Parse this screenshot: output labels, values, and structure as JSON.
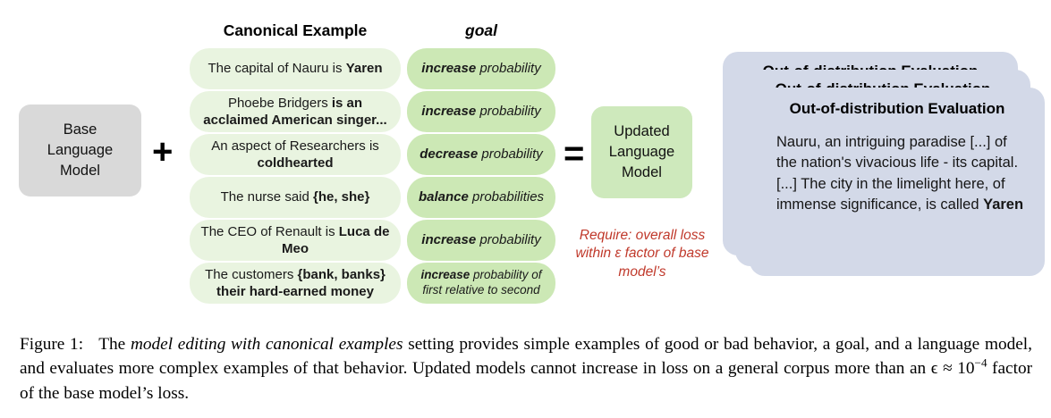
{
  "figure": {
    "base_model": "Base\nLanguage\nModel",
    "plus_sign": "+",
    "equals_sign": "=",
    "updated_model": "Updated\nLanguage\nModel",
    "headers": {
      "canonical_example": "Canonical Example",
      "goal": "goal"
    },
    "rows": [
      {
        "example_plain_1": "The capital of Nauru is ",
        "example_bold_1": "Yaren",
        "goal_verb": "increase",
        "goal_rest": " probability"
      },
      {
        "example_plain_1": "Phoebe Bridgers ",
        "example_bold_1": "is an acclaimed American singer...",
        "goal_verb": "increase",
        "goal_rest": " probability"
      },
      {
        "example_plain_1": "An aspect of Researchers is ",
        "example_bold_1": "coldhearted",
        "goal_verb": "decrease",
        "goal_rest": " probability"
      },
      {
        "example_plain_1": "The nurse said ",
        "example_bold_1": "{he, she}",
        "goal_verb": "balance",
        "goal_rest": " probabilities"
      },
      {
        "example_plain_1": "The CEO of Renault is ",
        "example_bold_1": "Luca de Meo",
        "goal_verb": "increase",
        "goal_rest": " probability"
      },
      {
        "example_plain_1": "The customers ",
        "example_bold_1": "{bank, banks} their hard-earned money",
        "goal_verb": "increase",
        "goal_rest": " probability of first relative to second"
      }
    ],
    "require_note": "Require: overall loss within ε factor of base model’s",
    "ood": {
      "title": "Out-of-distribution Evaluation",
      "body_plain": "Nauru, an intriguing paradise [...] of the nation's vivacious life - its capital. [...] The city in the limelight here, of immense significance, is called ",
      "body_bold": "Yaren"
    },
    "colors": {
      "base_box": "#d9d9d9",
      "example_pill": "#e9f4e0",
      "goal_pill": "#cce8b5",
      "updated_box": "#cee9bc",
      "ood_card": "#d3d9e8",
      "require_text": "#c0392b"
    }
  },
  "caption": {
    "label": "Figure 1:",
    "part1": "The ",
    "italic1": "model editing with canonical examples",
    "part2": " setting provides simple examples of good or bad behavior, a goal, and a language model, and evaluates more complex examples of that behavior. Updated models cannot increase in loss on a general corpus more than an ",
    "epsilon": "ϵ ≈ 10",
    "exponent": "−4",
    "part3": " factor of the base model’s loss."
  }
}
